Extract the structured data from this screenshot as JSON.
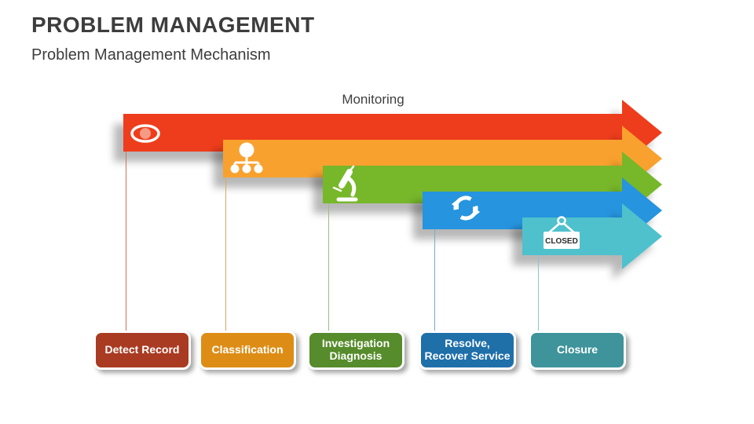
{
  "slide": {
    "title": "PROBLEM MANAGEMENT",
    "subtitle": "Problem Management Mechanism",
    "monitoring_label": "Monitoring"
  },
  "diagram": {
    "closed_sign_text": "CLOSED",
    "stages": [
      {
        "id": "detect-record",
        "label": "Detect Record",
        "icon": "eye-icon",
        "arrow_color": "#EE3D1A",
        "line_color": "#D2705B",
        "box_color": "#A93B22"
      },
      {
        "id": "classification",
        "label": "Classification",
        "icon": "hierarchy-icon",
        "arrow_color": "#F9A12D",
        "line_color": "#DBA55E",
        "box_color": "#DD8D16"
      },
      {
        "id": "investigation-diagnosis",
        "label": "Investigation Diagnosis",
        "icon": "microscope-icon",
        "arrow_color": "#77B72B",
        "line_color": "#9FBC82",
        "box_color": "#568C2B"
      },
      {
        "id": "resolve-recover-service",
        "label": "Resolve, Recover Service",
        "icon": "refresh-icon",
        "arrow_color": "#2894DF",
        "line_color": "#7FA9C6",
        "box_color": "#1F6FA9"
      },
      {
        "id": "closure",
        "label": "Closure",
        "icon": "closed-sign-icon",
        "arrow_color": "#4FC1CD",
        "line_color": "#8CC3C9",
        "box_color": "#3F949B"
      }
    ]
  }
}
